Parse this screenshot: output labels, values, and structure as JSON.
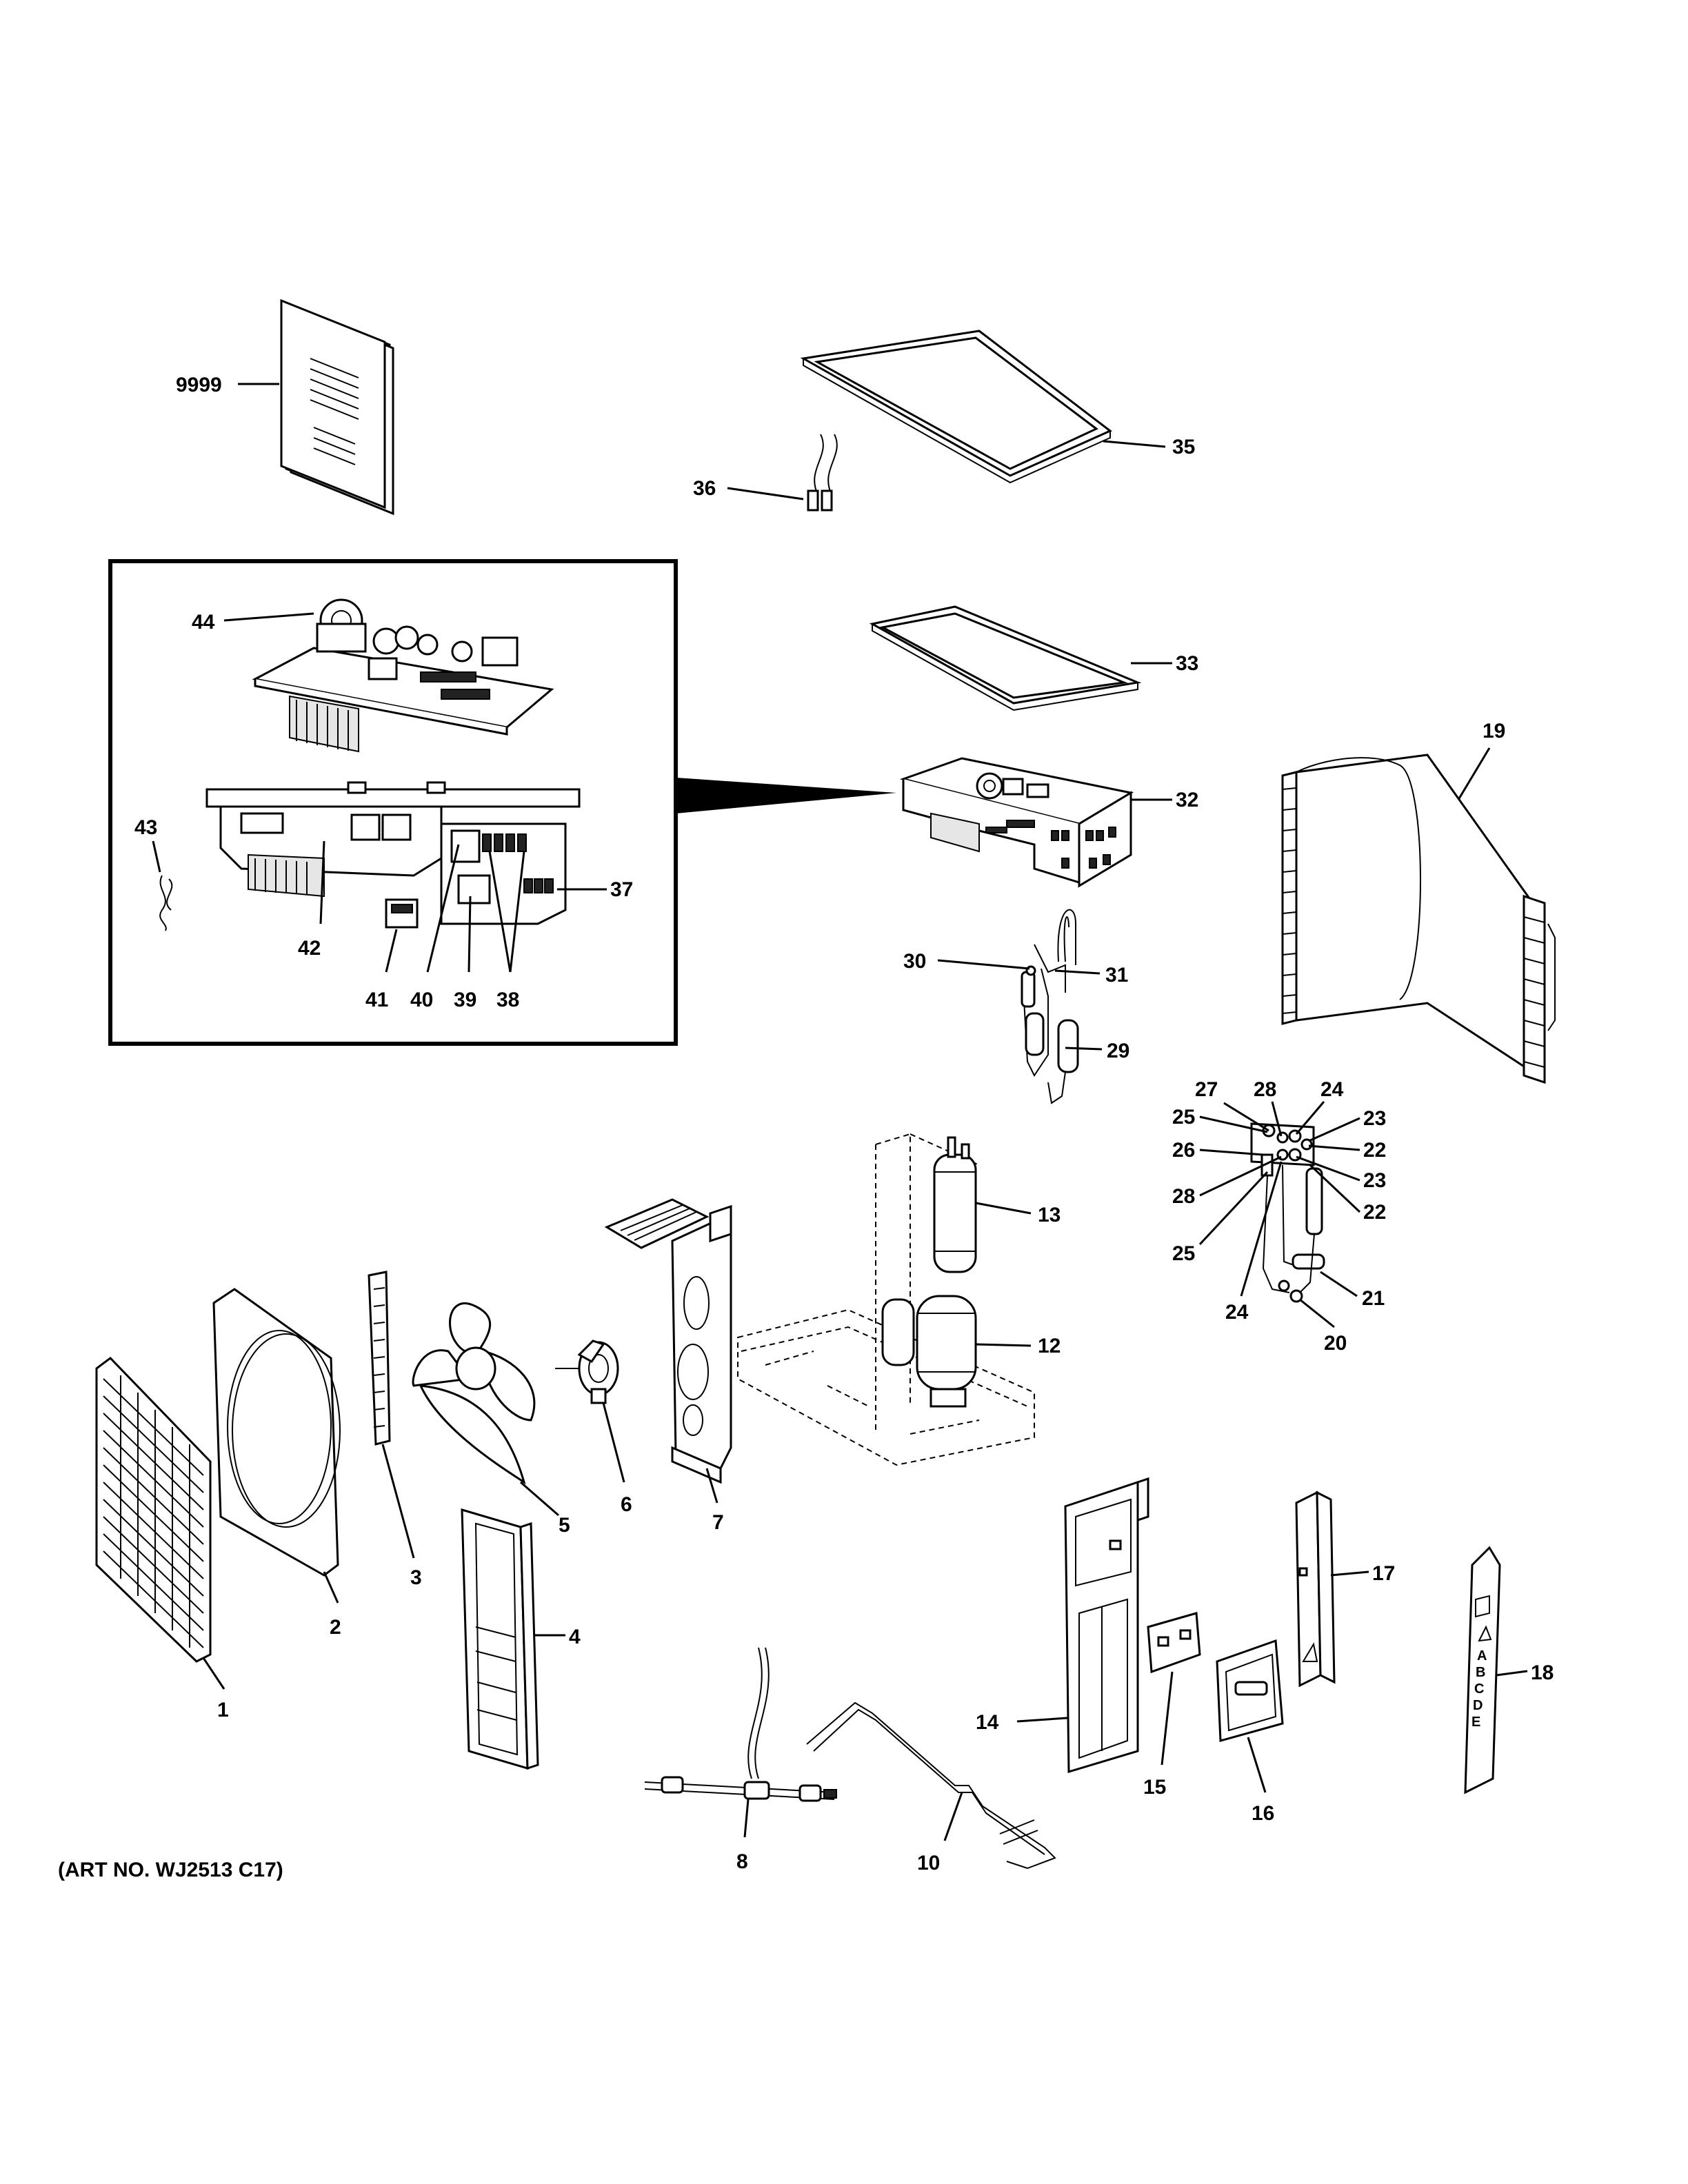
{
  "diagram": {
    "art_number": "(ART NO. WJ2513 C17)",
    "callouts": {
      "c9999": "9999",
      "c1": "1",
      "c2": "2",
      "c3": "3",
      "c4": "4",
      "c5": "5",
      "c6": "6",
      "c7": "7",
      "c8": "8",
      "c10": "10",
      "c12": "12",
      "c13": "13",
      "c14": "14",
      "c15": "15",
      "c16": "16",
      "c17": "17",
      "c18": "18",
      "c19": "19",
      "c20": "20",
      "c21": "21",
      "c22a": "22",
      "c22b": "22",
      "c23a": "23",
      "c23b": "23",
      "c24a": "24",
      "c24b": "24",
      "c25a": "25",
      "c25b": "25",
      "c26": "26",
      "c27": "27",
      "c28a": "28",
      "c28b": "28",
      "c29": "29",
      "c30": "30",
      "c31": "31",
      "c32": "32",
      "c33": "33",
      "c35": "35",
      "c36": "36",
      "c37": "37",
      "c38": "38",
      "c39": "39",
      "c40": "40",
      "c41": "41",
      "c42": "42",
      "c43": "43",
      "c44": "44"
    },
    "panel_letters": [
      "A",
      "B",
      "C",
      "D",
      "E"
    ]
  }
}
